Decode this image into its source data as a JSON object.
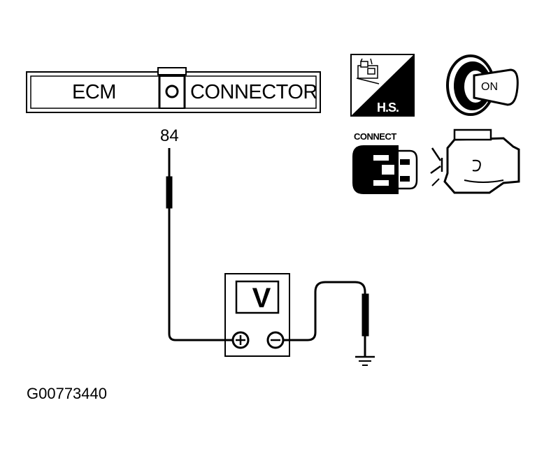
{
  "connector": {
    "left_label": "ECM",
    "right_label": "CONNECTOR",
    "pin_number": "84"
  },
  "meter": {
    "display_label": "V",
    "plus_symbol": "+",
    "minus_symbol": "−"
  },
  "icons": {
    "hot_start_label": "H.S.",
    "ignition_label": "ON",
    "connect_label": "CONNECT",
    "hot_start_icon": "hot-start-engine-icon",
    "ignition_icon": "ignition-key-on-icon",
    "connector_icon": "connect-connector-icon",
    "engine_icon": "engine-running-icon"
  },
  "figure_id": "G00773440"
}
